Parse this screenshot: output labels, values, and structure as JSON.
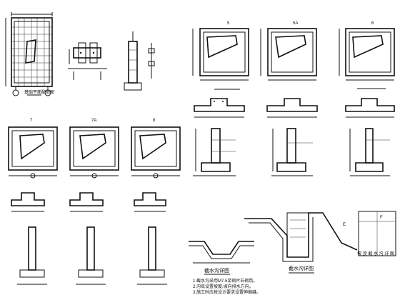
{
  "sheet": {
    "markers": {
      "m1": "5",
      "m2": "5A",
      "m3": "6",
      "m4": "7",
      "m5": "7A",
      "m6": "8",
      "m7": "E",
      "m8": "F"
    },
    "titles": {
      "drain_detail": "截水沟详图",
      "drain_plan": "截水沟详图",
      "plan_right": "坡 顶 截 水 沟 详 图"
    },
    "notes": [
      "1.截水沟采用M7.5浆砌片石砌筑。",
      "2.沟底设置坡度,坡向排水方向。",
      "3.施工时应按设计要求设置伸缩缝。"
    ]
  }
}
